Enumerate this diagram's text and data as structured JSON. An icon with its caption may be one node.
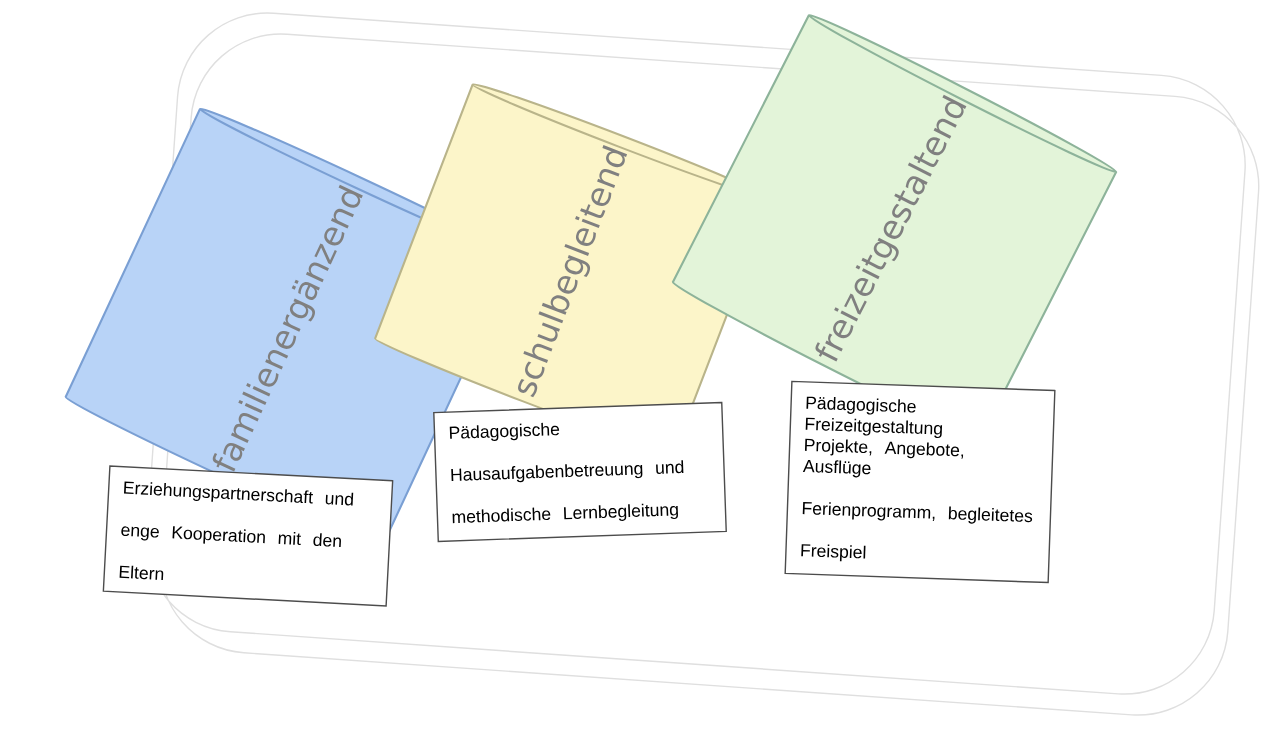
{
  "diagram": {
    "nodes": [
      {
        "text": [
          "familienergänzend"
        ]
      },
      {
        "text": [
          "schulbegleitend"
        ]
      },
      {
        "text": [
          "freizeitgestaltend"
        ]
      },
      {
        "text": [
          "Erziehungspartnerschaft und enge Kooperation mit den Eltern"
        ]
      },
      {
        "text": [
          "Pädagogische Hausaufgabenbetreuung und methodische Lernbegleitung"
        ]
      },
      {
        "text": [
          "Pädagogische Freizeitgestaltung",
          "Projekte, Angebote, Ausflüge",
          "Ferienprogramm, begleitetes Freispiel"
        ]
      }
    ]
  }
}
